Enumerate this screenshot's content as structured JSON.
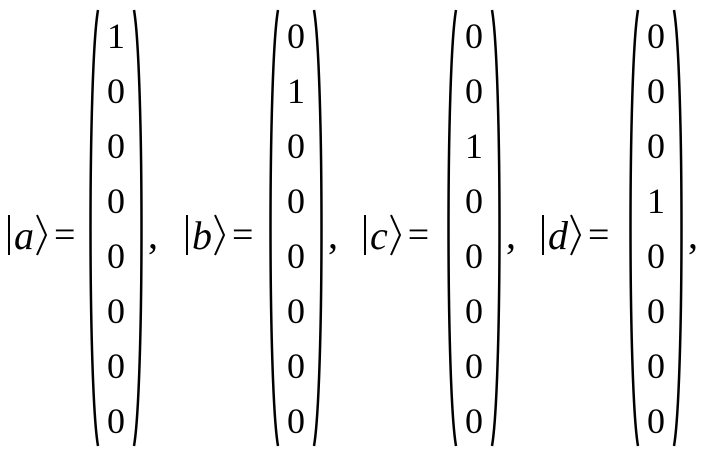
{
  "vectors": [
    {
      "label": "a",
      "entries": [
        "1",
        "0",
        "0",
        "0",
        "0",
        "0",
        "0",
        "0"
      ],
      "sep": ","
    },
    {
      "label": "b",
      "entries": [
        "0",
        "1",
        "0",
        "0",
        "0",
        "0",
        "0",
        "0"
      ],
      "sep": ","
    },
    {
      "label": "c",
      "entries": [
        "0",
        "0",
        "1",
        "0",
        "0",
        "0",
        "0",
        "0"
      ],
      "sep": ","
    },
    {
      "label": "d",
      "entries": [
        "0",
        "0",
        "0",
        "1",
        "0",
        "0",
        "0",
        "0"
      ],
      "sep": ","
    }
  ],
  "equals": "="
}
